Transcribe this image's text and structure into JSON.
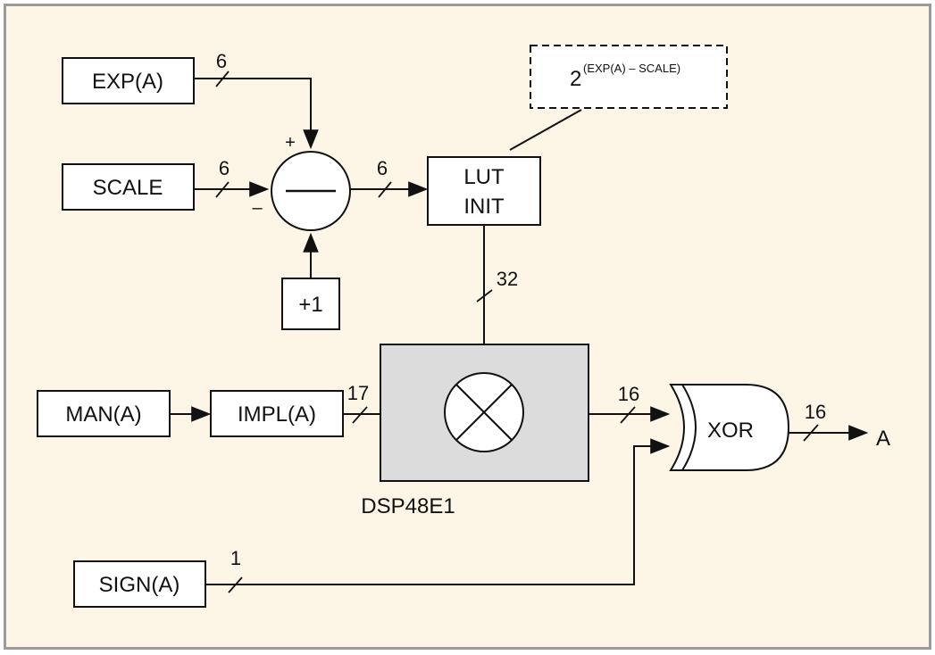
{
  "blocks": {
    "exp": "EXP(A)",
    "scale": "SCALE",
    "plus_one": "+1",
    "lut_line1": "LUT",
    "lut_line2": "INIT",
    "lut_note_base": "2",
    "lut_note_exp": "(EXP(A) – SCALE)",
    "man": "MAN(A)",
    "impl": "IMPL(A)",
    "dsp": "DSP48E1",
    "sign": "SIGN(A)",
    "xor": "XOR",
    "output": "A"
  },
  "signs": {
    "plus": "+",
    "minus": "–"
  },
  "bus_widths": {
    "exp": "6",
    "scale": "6",
    "sub_out": "6",
    "lut_out": "32",
    "impl_out": "17",
    "dsp_out": "16",
    "sign": "1",
    "xor_out": "16"
  },
  "colors": {
    "background": "#fdf6e7",
    "frame": "#9a9a9a",
    "dsp_fill": "#dcdcdc"
  }
}
